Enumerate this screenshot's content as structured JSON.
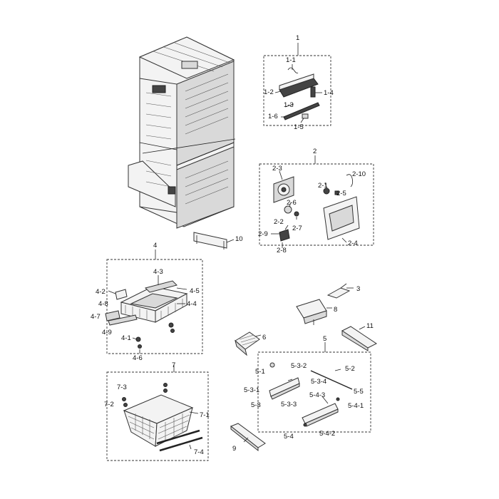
{
  "labels": {
    "l1": "1",
    "l1_1": "1-1",
    "l1_2": "1-2",
    "l1_3": "1-3",
    "l1_4": "1-4",
    "l1_5": "1-5",
    "l1_6": "1-6",
    "l2": "2",
    "l2_1": "2-1",
    "l2_2": "2-2",
    "l2_3": "2-3",
    "l2_4": "2-4",
    "l2_5": "2-5",
    "l2_6": "2-6",
    "l2_7": "2-7",
    "l2_8": "2-8",
    "l2_9": "2-9",
    "l2_10": "2-10",
    "l3": "3",
    "l4": "4",
    "l4_1": "4-1",
    "l4_2": "4-2",
    "l4_3": "4-3",
    "l4_4": "4-4",
    "l4_5": "4-5",
    "l4_6": "4-6",
    "l4_7": "4-7",
    "l4_8": "4-8",
    "l4_9": "4-9",
    "l5": "5",
    "l5_1": "5-1",
    "l5_2": "5-2",
    "l5_3": "5-3",
    "l5_3_1": "5-3-1",
    "l5_3_2": "5-3-2",
    "l5_3_3": "5-3-3",
    "l5_3_4": "5-3-4",
    "l5_4": "5-4",
    "l5_4_1": "5-4-1",
    "l5_4_2": "5-4-2",
    "l5_4_3": "5-4-3",
    "l5_5": "5-5",
    "l6": "6",
    "l7": "7",
    "l7_1": "7-1",
    "l7_2": "7-2",
    "l7_3": "7-3",
    "l7_4": "7-4",
    "l8": "8",
    "l9": "9",
    "l10": "10",
    "l11": "11"
  }
}
